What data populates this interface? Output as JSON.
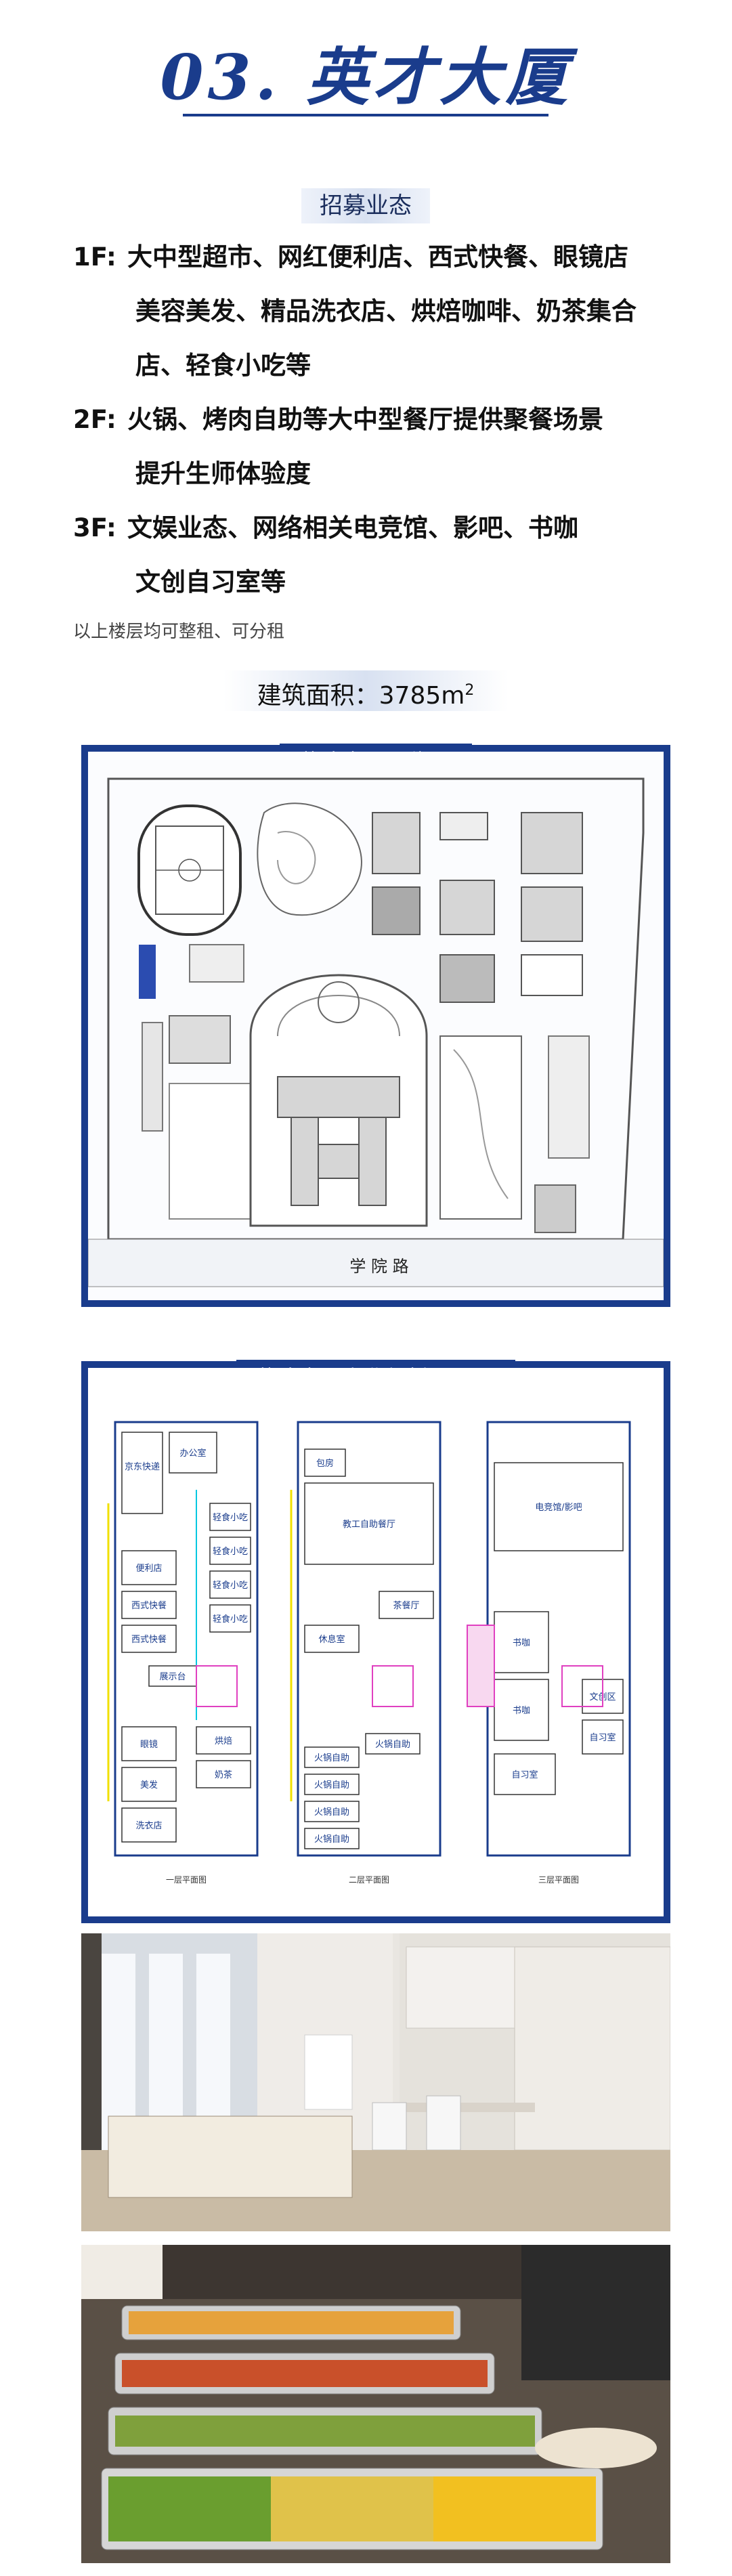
{
  "header": {
    "title": "03. 英才大厦"
  },
  "recruit": {
    "label": "招募业态"
  },
  "floors": [
    {
      "key": "1F:",
      "lines": [
        "大中型超市、网红便利店、西式快餐、眼镜店",
        "美容美发、精品洗衣店、烘焙咖啡、奶茶集合",
        "店、轻食小吃等"
      ]
    },
    {
      "key": "2F:",
      "lines": [
        "火锅、烤肉自助等大中型餐厅提供聚餐场景",
        "提升生师体验度"
      ]
    },
    {
      "key": "3F:",
      "lines": [
        "文娱业态、网络相关电竞馆、影吧、书咖",
        "文创自习室等"
      ]
    }
  ],
  "note": "以上楼层均可整租、可分租",
  "area": {
    "label": "建筑面积：3785m",
    "sup": "2"
  },
  "map": {
    "caption": "英才大厦区位图",
    "road": "学 院 路"
  },
  "plan": {
    "caption": "英才大厦商业规划平面图",
    "f1": {
      "label": "一层平面图",
      "rooms": [
        "京东快递",
        "办公室",
        "轻食小吃",
        "便利店",
        "轻食小吃",
        "西式快餐",
        "轻食小吃",
        "西式快餐",
        "轻食小吃",
        "眼镜",
        "烘焙",
        "美发",
        "奶茶",
        "洗衣店",
        "展示台"
      ]
    },
    "f2": {
      "label": "二层平面图",
      "rooms": [
        "包房",
        "教工自助餐厅",
        "茶餐厅",
        "休息室",
        "火锅自助",
        "火锅自助",
        "火锅自助",
        "火锅自助",
        "火锅自助"
      ]
    },
    "f3": {
      "label": "三层平面图",
      "rooms": [
        "电竞馆/影吧",
        "书咖",
        "书咖",
        "文创区",
        "自习室",
        "自习室"
      ]
    }
  },
  "colors": {
    "brand": "#1a3c8c"
  }
}
